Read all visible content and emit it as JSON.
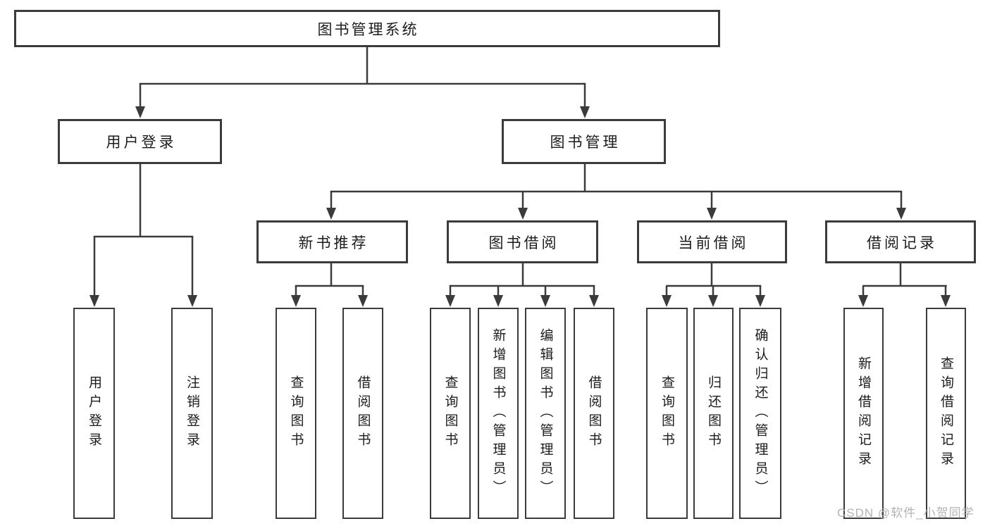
{
  "diagram": {
    "title": "图书管理系统",
    "level2": {
      "user_login": "用户登录",
      "book_management": "图书管理"
    },
    "level3": {
      "new_book_recommend": "新书推荐",
      "book_borrowing": "图书借阅",
      "current_borrowing": "当前借阅",
      "borrowing_records": "借阅记录"
    },
    "leaves": {
      "user_login": "用户登录",
      "logout": "注销登录",
      "recommend_query_books": "查询图书",
      "recommend_borrow_books": "借阅图书",
      "borrowing_query_books": "查询图书",
      "borrowing_add_books": "新增图书（管理员）",
      "borrowing_edit_books": "编辑图书（管理员）",
      "borrowing_borrow_books": "借阅图书",
      "current_query_books": "查询图书",
      "current_return_books": "归还图书",
      "current_confirm_return": "确认归还（管理员）",
      "records_add_record": "新增借阅记录",
      "records_query_record": "查询借阅记录"
    }
  },
  "watermark": "CSDN @软件_小贺同学",
  "colors": {
    "line": "#3b3b3b",
    "text": "#1c1c1c",
    "box_fill": "#ffffff",
    "watermark": "#b3b3b3"
  }
}
